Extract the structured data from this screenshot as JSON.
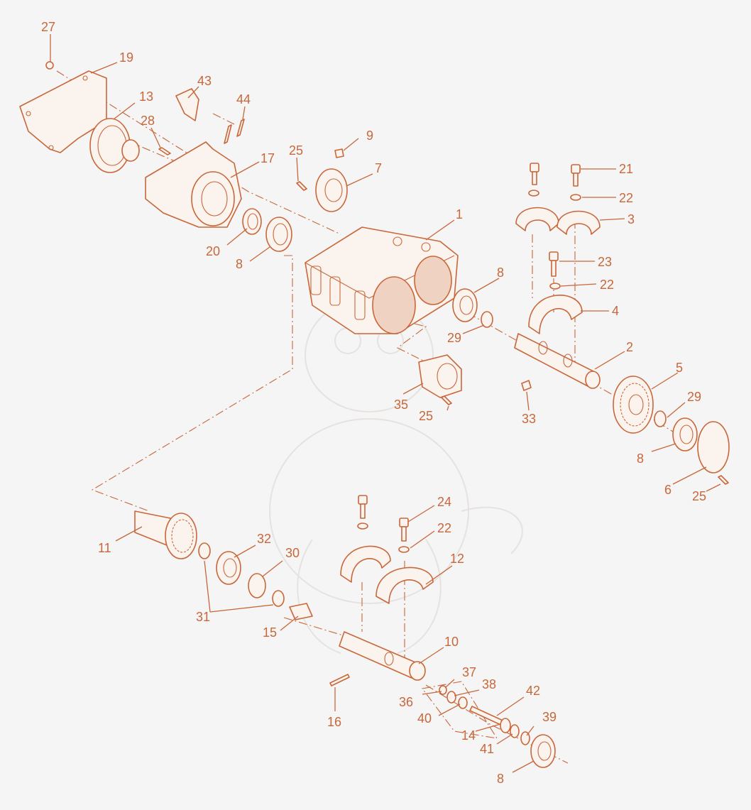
{
  "colors": {
    "line": "#c8673a",
    "fill": "#fbf3ee",
    "background": "#f5f5f5",
    "watermark": "#e6e2df"
  },
  "callouts": {
    "c27": "27",
    "c19": "19",
    "c13": "13",
    "c43": "43",
    "c44": "44",
    "c28": "28",
    "c25a": "25",
    "c9": "9",
    "c7": "7",
    "c17": "17",
    "c21": "21",
    "c22a": "22",
    "c3": "3",
    "c1": "1",
    "c20": "20",
    "c8a": "8",
    "c23": "23",
    "c22b": "22",
    "c8b": "8",
    "c4": "4",
    "c29a": "29",
    "c2": "2",
    "c5": "5",
    "c35": "35",
    "c25b": "25",
    "c33": "33",
    "c29b": "29",
    "c8c": "8",
    "c6": "6",
    "c25c": "25",
    "c24": "24",
    "c22c": "22",
    "c11": "11",
    "c32": "32",
    "c30": "30",
    "c12": "12",
    "c31": "31",
    "c15": "15",
    "c10": "10",
    "c37": "37",
    "c38": "38",
    "c36": "36",
    "c42": "42",
    "c40": "40",
    "c39": "39",
    "c14": "14",
    "c41": "41",
    "c16": "16",
    "c8d": "8"
  }
}
